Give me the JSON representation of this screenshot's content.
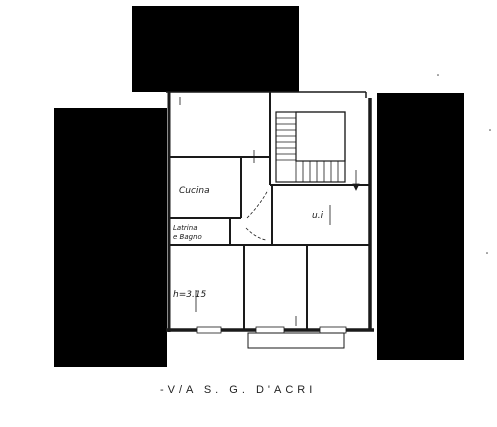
{
  "document": {
    "rooms": {
      "kitchen": "Cucina",
      "wc_line1": "Latrina",
      "wc_line2": "e Bagno",
      "room_height": "h=3.15",
      "right_room_mark": "u.i"
    },
    "street": "-V/A  S. G.  D'ACRI"
  },
  "colors": {
    "ink": "#1a1a1a",
    "redaction": "#000000",
    "paper": "#ffffff"
  }
}
